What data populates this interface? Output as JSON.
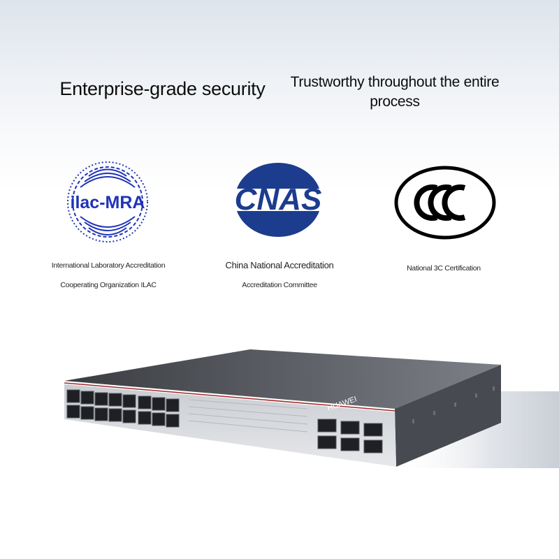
{
  "headings": {
    "left": "Enterprise-grade security",
    "right": "Trustworthy throughout the entire process"
  },
  "logos": {
    "ilac": {
      "icon": "ilac-mra-icon",
      "text": "ilac-MRA",
      "color": "#1f33b8"
    },
    "cnas": {
      "icon": "cnas-icon",
      "text": "CNAS",
      "color": "#1c3c8e"
    },
    "ccc": {
      "icon": "ccc-icon",
      "text": "CCC",
      "color": "#000000"
    }
  },
  "captions": {
    "ilac": [
      "International Laboratory Accreditation",
      "Cooperating Organization ILAC"
    ],
    "cnas": [
      "China National Accreditation",
      "Accreditation Committee"
    ],
    "ccc": [
      "National 3C Certification"
    ]
  },
  "product": {
    "icon": "network-switch-icon",
    "brand": "HUAWEI"
  }
}
